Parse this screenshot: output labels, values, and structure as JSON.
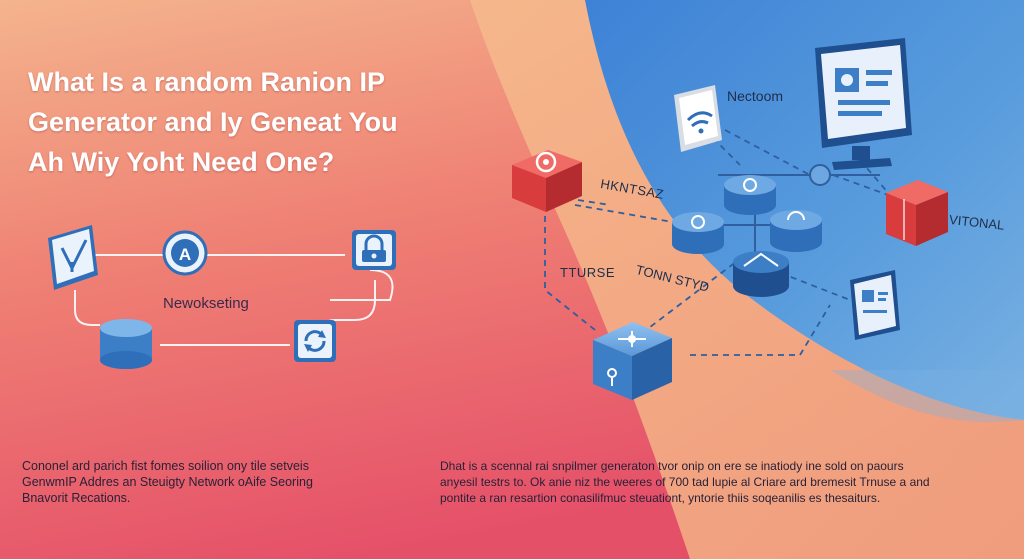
{
  "title": {
    "line1": "What Is a random Ranion IP",
    "line2": "Generator and Iy Geneat You",
    "line3": "Ah Wiy Yoht Need One?"
  },
  "left_diagram": {
    "label": "Newokseting"
  },
  "right_diagram": {
    "label_nectoom": "Nectoom",
    "label_hkntsaz": "HKNTSAZ",
    "label_vitonal": "VITONAL",
    "label_tturse": "TTURSE",
    "label_tonn_styd": "TONN STYD"
  },
  "paragraphs": {
    "left": {
      "line1": "Cononel ard parich fist fomes soilion ony tile setveis",
      "line2": "GenwmIP Addres an Steuigty Network oAife Seoring",
      "line3": "Bnavorit Recations."
    },
    "right": {
      "line1": "Dhat is a scennal rai snpilmer generaton tvor onip on ere se inatiody ine sold on paours",
      "line2": "anyesil testrs to. Ok anie niz the weeres of 700 tad lupie al Criare ard bremesit Trnuse a and",
      "line3": "pontite a ran resartion conasilifmuc steuationt, yntorie thiis soqeanilis es thesaiturs."
    }
  },
  "colors": {
    "left_bg_top": "#f2a589",
    "left_bg_bottom": "#e8566e",
    "right_bg": "#5a97d8",
    "accent_red": "#e0413f",
    "node_blue": "#3f7fc4"
  },
  "icons": [
    "chart-monitor-icon",
    "power-badge-icon",
    "lock-icon",
    "database-icon",
    "sync-icon",
    "wifi-icon",
    "monitor-icon",
    "red-cube-icon",
    "network-node-icon",
    "blue-cube-icon",
    "tablet-icon"
  ]
}
